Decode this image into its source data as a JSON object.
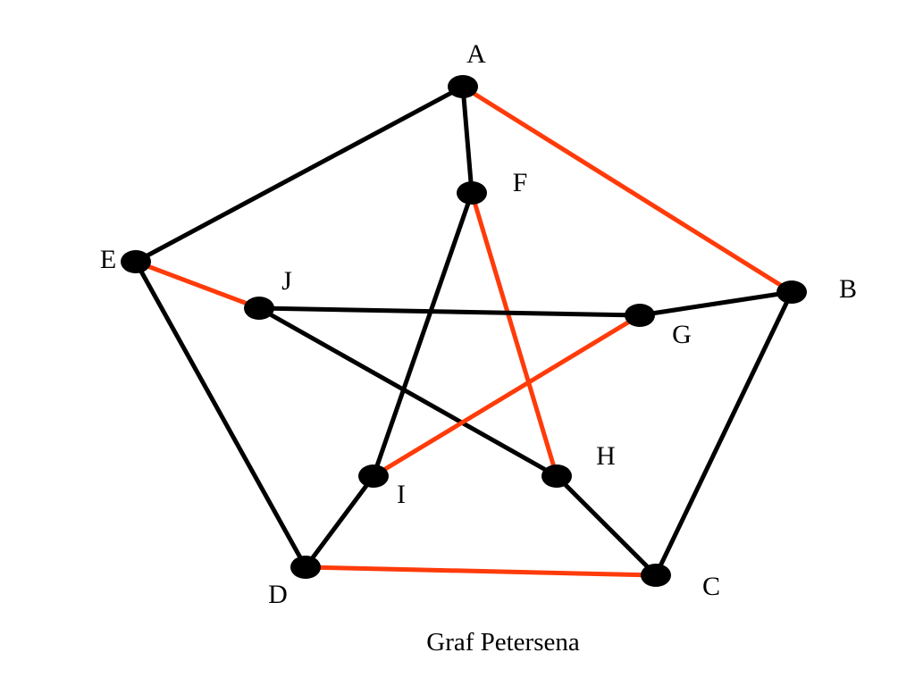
{
  "graph": {
    "caption": "Graf Petersena",
    "colors": {
      "background": "#ffffff",
      "node": "#000000",
      "edge_default": "#000000",
      "edge_highlight": "#ff3b0a"
    },
    "nodes": [
      {
        "id": "A",
        "label": "A"
      },
      {
        "id": "B",
        "label": "B"
      },
      {
        "id": "C",
        "label": "C"
      },
      {
        "id": "D",
        "label": "D"
      },
      {
        "id": "E",
        "label": "E"
      },
      {
        "id": "F",
        "label": "F"
      },
      {
        "id": "G",
        "label": "G"
      },
      {
        "id": "H",
        "label": "H"
      },
      {
        "id": "I",
        "label": "I"
      },
      {
        "id": "J",
        "label": "J"
      }
    ],
    "edges": [
      {
        "from": "A",
        "to": "B",
        "highlighted": true
      },
      {
        "from": "B",
        "to": "C",
        "highlighted": false
      },
      {
        "from": "C",
        "to": "D",
        "highlighted": true
      },
      {
        "from": "D",
        "to": "E",
        "highlighted": false
      },
      {
        "from": "E",
        "to": "A",
        "highlighted": false
      },
      {
        "from": "A",
        "to": "F",
        "highlighted": false
      },
      {
        "from": "B",
        "to": "G",
        "highlighted": false
      },
      {
        "from": "C",
        "to": "H",
        "highlighted": false
      },
      {
        "from": "D",
        "to": "I",
        "highlighted": false
      },
      {
        "from": "E",
        "to": "J",
        "highlighted": true
      },
      {
        "from": "F",
        "to": "H",
        "highlighted": true
      },
      {
        "from": "H",
        "to": "J",
        "highlighted": false
      },
      {
        "from": "J",
        "to": "G",
        "highlighted": false
      },
      {
        "from": "G",
        "to": "I",
        "highlighted": true
      },
      {
        "from": "I",
        "to": "F",
        "highlighted": false
      }
    ]
  }
}
